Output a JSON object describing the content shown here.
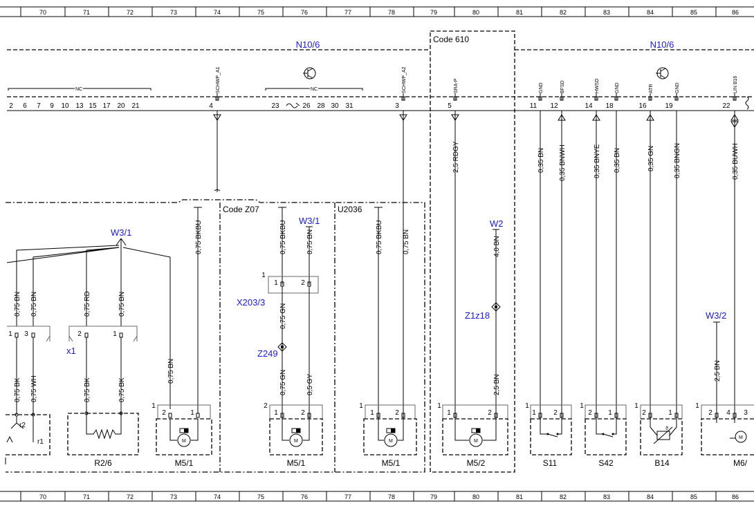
{
  "ruler": [
    "70",
    "71",
    "72",
    "73",
    "74",
    "75",
    "76",
    "77",
    "78",
    "79",
    "80",
    "81",
    "82",
    "83",
    "84",
    "85",
    "86"
  ],
  "ecu": {
    "left": "N10/6",
    "right": "N10/6"
  },
  "codes": {
    "code610": "Code 610",
    "codeZ07": "Code Z07",
    "u2036": "U2036"
  },
  "nc": "NC",
  "left_pins": [
    "2",
    "6",
    "7",
    "9",
    "10",
    "13",
    "15",
    "17",
    "20",
    "21"
  ],
  "mid_pins": [
    "23",
    "26",
    "28",
    "30",
    "31"
  ],
  "pins": {
    "p4": "4",
    "p3": "3",
    "p5": "5",
    "p11": "11",
    "p12": "12",
    "p14": "14",
    "p18": "18",
    "p16": "16",
    "p19": "19",
    "p22": "22"
  },
  "signals": {
    "schwp_a1": "SCHWP_A1",
    "schwp_a2": "SCHWP_A2",
    "sra_p": "SRA-P",
    "gnd11": "GND",
    "bfsd": "BFSD",
    "hwsd": "HWSD",
    "gnd18": "GND",
    "atr": "ATR",
    "gnd19": "GND",
    "lin_b16": "LIN B16"
  },
  "wires": {
    "w4_top": "0,75 BKBU",
    "w3_top": "0,75 BN",
    "w5": "2,5 RDGY",
    "w11": "0,35 BN",
    "w12": "0,35 BNWH",
    "w14": "0,35 BNYE",
    "w18": "0,35 BN",
    "w16": "0,35 GN",
    "w19": "0,35 BNGN",
    "w22": "0,35 BUWH",
    "l_a": "0,75 BN",
    "l_b": "0,75 BN",
    "l_c": "0,75 RD",
    "l_d": "0,75 BN",
    "l_bk1": "0,75 BK",
    "l_wh": "0,75 WH",
    "l_bk2": "0,75 BK",
    "l_bk3": "0,75 BK",
    "l_m51": "0,75 BN",
    "z07_a": "0,75 BKBU",
    "z07_b": "0,75 BN",
    "z07_c": "0,75 GN",
    "z07_d": "0,75 GN",
    "z07_e": "0,5 GY",
    "u_a": "0,75 BKBU",
    "u_b": "0,75 BN",
    "w2_a": "4,0 BN",
    "w2_b": "2,5 BN",
    "w32": "2,5 BN"
  },
  "nodes": {
    "w31_left": "W3/1",
    "w31_z07": "W3/1",
    "w2": "W2",
    "w32": "W3/2",
    "x203": "X203/3",
    "z249": "Z249",
    "z1z18": "Z1z18",
    "x1": "x1"
  },
  "components": {
    "r26": "R2/6",
    "m51_a": "M5/1",
    "m51_b": "M5/1",
    "m51_c": "M5/1",
    "m52": "M5/2",
    "s11": "S11",
    "s42": "S42",
    "b14": "B14",
    "m6": "M6/"
  },
  "misc": {
    "r2": "r2",
    "r1": "r1",
    "t": "t",
    "one": "1",
    "two": "2",
    "three": "3",
    "four": "4"
  }
}
